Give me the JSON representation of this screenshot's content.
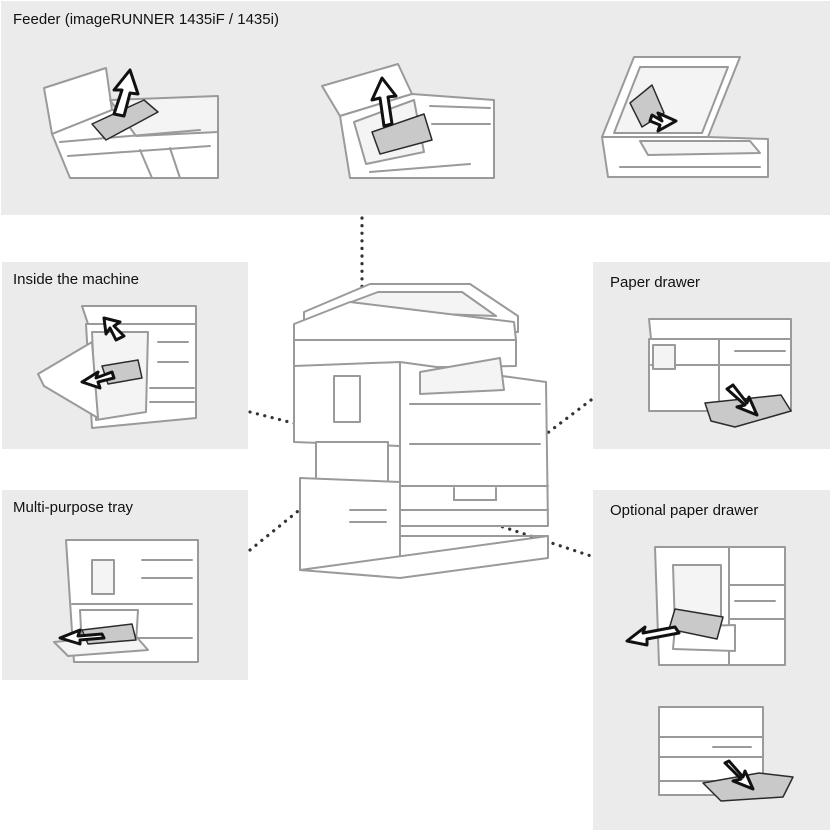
{
  "labels": {
    "feeder": "Feeder (imageRUNNER 1435iF / 1435i)",
    "inside": "Inside the machine",
    "multipurpose": "Multi-purpose tray",
    "drawer": "Paper drawer",
    "optional": "Optional paper drawer"
  },
  "icons": [
    "machine-illustration",
    "feeder-open-illustration",
    "feeder-cover-illustration",
    "glass-illustration",
    "inside-machine-illustration",
    "multipurpose-tray-illustration",
    "paper-drawer-illustration",
    "optional-drawer-illustration",
    "optional-drawer-lower-illustration",
    "jammed-paper-icon",
    "pull-arrow-icon"
  ],
  "colors": {
    "panel": "#ebebeb",
    "line": "#9a9a9a",
    "paper": "#c9c9c9",
    "arrow_outline": "#111111"
  }
}
